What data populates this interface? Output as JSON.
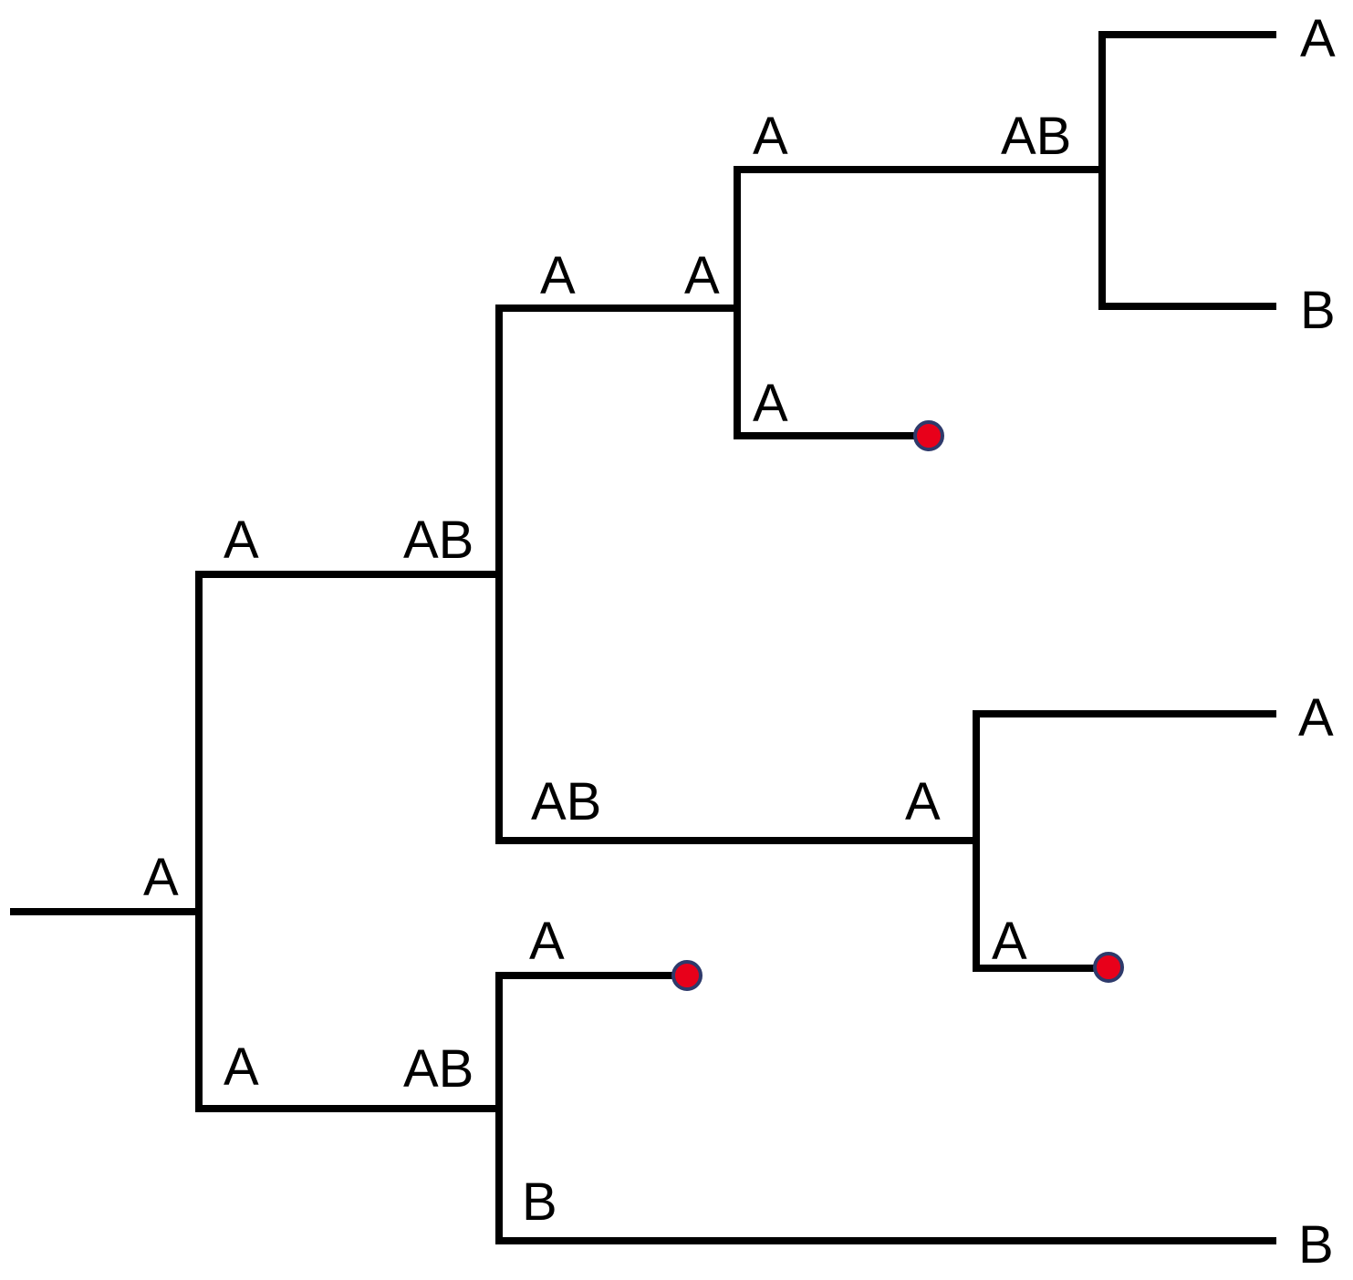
{
  "labels": {
    "root": "A",
    "upper_clade_start": "A",
    "upper_clade_end": "AB",
    "lower_clade_start": "A",
    "lower_clade_end": "AB",
    "upper_sub_start": "A",
    "upper_sub_end": "A",
    "top_branch_start": "A",
    "top_branch_end": "AB",
    "extinct_top": "A",
    "mid_branch_start": "AB",
    "mid_branch_end": "A",
    "extinct_mid": "A",
    "extinct_low": "A",
    "low_b_branch": "B"
  },
  "tips": {
    "tip_1": "A",
    "tip_2": "B",
    "tip_3": "A",
    "tip_4": "B"
  },
  "colors": {
    "branch": "#000000",
    "extinct_fill": "#e8001a",
    "extinct_stroke": "#2e3a6b"
  }
}
